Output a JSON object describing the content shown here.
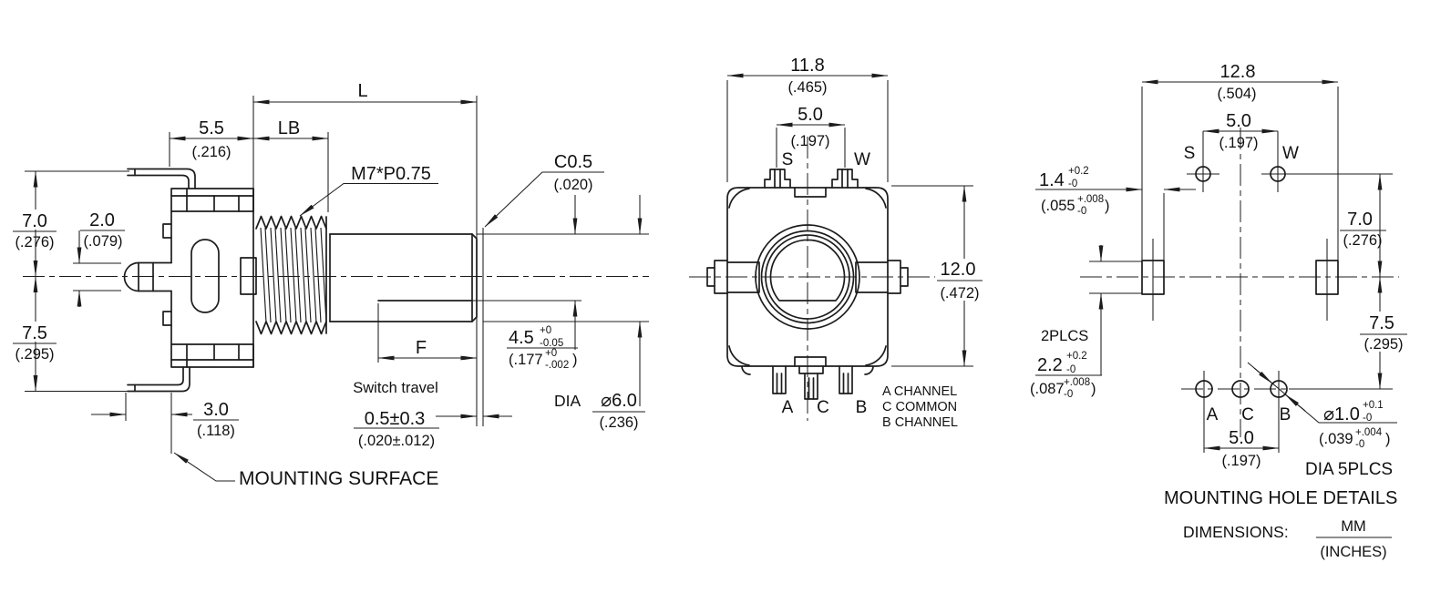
{
  "side": {
    "length_label": "L",
    "thread_len_label": "LB",
    "flat_len_label": "F",
    "body_w_mm": "5.5",
    "body_w_in": "(.216)",
    "thread_spec": "M7*P0.75",
    "chamfer_mm": "C0.5",
    "chamfer_in": "(.020)",
    "upper_h_mm": "7.0",
    "upper_h_in": "(.276)",
    "pin_d_mm": "2.0",
    "pin_d_in": "(.079)",
    "lower_h_mm": "7.5",
    "lower_h_in": "(.295)",
    "leg_off_mm": "3.0",
    "leg_off_in": "(.118)",
    "flat_d_mm": "4.5",
    "flat_d_tp": "+0",
    "flat_d_tm": "-0.05",
    "flat_d_in": "(.177",
    "flat_d_in_tp": "+0",
    "flat_d_in_tm": "-.002",
    "flat_d_in_cl": ")",
    "dia_word": "DIA",
    "shaft_dia_mm": "⌀6.0",
    "shaft_dia_in": "(.236)",
    "switch_travel_label": "Switch travel",
    "travel_mm": "0.5±0.3",
    "travel_in": "(.020±.012)",
    "mounting_surface": "MOUNTING SURFACE"
  },
  "front": {
    "width_mm": "11.8",
    "width_in": "(.465)",
    "pin_pitch_mm": "5.0",
    "pin_pitch_in": "(.197)",
    "pin_s": "S",
    "pin_w": "W",
    "pin_a": "A",
    "pin_c": "C",
    "pin_b": "B",
    "height_mm": "12.0",
    "height_in": "(.472)",
    "legend_a": "A CHANNEL",
    "legend_c": "C COMMON",
    "legend_b": "B CHANNEL"
  },
  "mount": {
    "width_mm": "12.8",
    "width_in": "(.504)",
    "sw_pitch_mm": "5.0",
    "sw_pitch_in": "(.197)",
    "hole_s": "S",
    "hole_w": "W",
    "hole_a": "A",
    "hole_c": "C",
    "hole_b": "B",
    "slot_w_mm": "1.4",
    "slot_w_tp": "+0.2",
    "slot_w_tm": "-0",
    "slot_w_in": "(.055",
    "slot_w_in_tp": "+.008",
    "slot_w_in_tm": "-0",
    "slot_w_in_cl": ")",
    "upper_h_mm": "7.0",
    "upper_h_in": "(.276)",
    "lower_h_mm": "7.5",
    "lower_h_in": "(.295)",
    "slot_plcs": "2PLCS",
    "slot_h_mm": "2.2",
    "slot_h_tp": "+0.2",
    "slot_h_tm": "-0",
    "slot_h_in": "(.087",
    "slot_h_in_tp": "+.008",
    "slot_h_in_tm": "-0",
    "slot_h_in_cl": ")",
    "acb_pitch_mm": "5.0",
    "acb_pitch_in": "(.197)",
    "hole_dia_mm": "⌀1.0",
    "hole_dia_tp": "+0.1",
    "hole_dia_tm": "-0",
    "hole_dia_in": "(.039",
    "hole_dia_in_tp": "+.004",
    "hole_dia_in_tm": "-0",
    "hole_dia_in_cl": ")",
    "dia_plcs": "DIA 5PLCS",
    "title": "MOUNTING HOLE DETAILS"
  },
  "notes": {
    "dimensions_label": "DIMENSIONS:",
    "units_mm": "MM",
    "units_in": "(INCHES)"
  }
}
